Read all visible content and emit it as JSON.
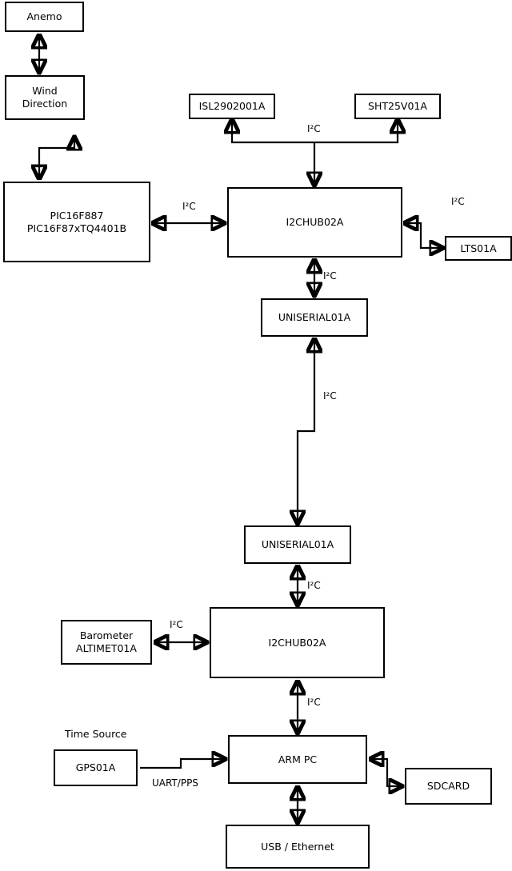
{
  "diagram": {
    "title": "Weather station I2C block diagram",
    "background_color": "#ffffff",
    "stroke_color": "#000000",
    "nodes": [
      {
        "id": "anemo",
        "label": "Anemo"
      },
      {
        "id": "wind",
        "label": "Wind\nDirection",
        "line1": "Wind",
        "line2": "Direction"
      },
      {
        "id": "pic",
        "label": "PIC16F887\nPIC16F87xTQ4401B",
        "line1": "PIC16F887",
        "line2": "PIC16F87xTQ4401B"
      },
      {
        "id": "isl",
        "label": "ISL2902001A"
      },
      {
        "id": "sht",
        "label": "SHT25V01A"
      },
      {
        "id": "hub_top",
        "label": "I2CHUB02A"
      },
      {
        "id": "lts",
        "label": "LTS01A"
      },
      {
        "id": "uniserial_top",
        "label": "UNISERIAL01A"
      },
      {
        "id": "uniserial_bot",
        "label": "UNISERIAL01A"
      },
      {
        "id": "hub_bot",
        "label": "I2CHUB02A"
      },
      {
        "id": "barometer",
        "label": "Barometer\nALTIMET01A",
        "line1": "Barometer",
        "line2": "ALTIMET01A"
      },
      {
        "id": "gps",
        "label": "GPS01A"
      },
      {
        "id": "armpc",
        "label": "ARM PC"
      },
      {
        "id": "sdcard",
        "label": "SDCARD"
      },
      {
        "id": "usb",
        "label": "USB / Ethernet"
      }
    ],
    "edge_labels": [
      {
        "id": "i2c_sensors_top",
        "text": "I²C"
      },
      {
        "id": "i2c_pic_hub",
        "text": "I²C"
      },
      {
        "id": "i2c_hub_lts",
        "text": "I²C"
      },
      {
        "id": "i2c_hub_uniserial",
        "text": "I²C"
      },
      {
        "id": "i2c_uniserial_link",
        "text": "I²C"
      },
      {
        "id": "i2c_uniserial_hub2",
        "text": "I²C"
      },
      {
        "id": "i2c_barometer_hub2",
        "text": "I²C"
      },
      {
        "id": "i2c_hub2_armpc",
        "text": "I²C"
      },
      {
        "id": "uart_pps",
        "text": "UART/PPS"
      }
    ],
    "free_labels": [
      {
        "id": "time_source",
        "text": "Time Source"
      }
    ]
  }
}
